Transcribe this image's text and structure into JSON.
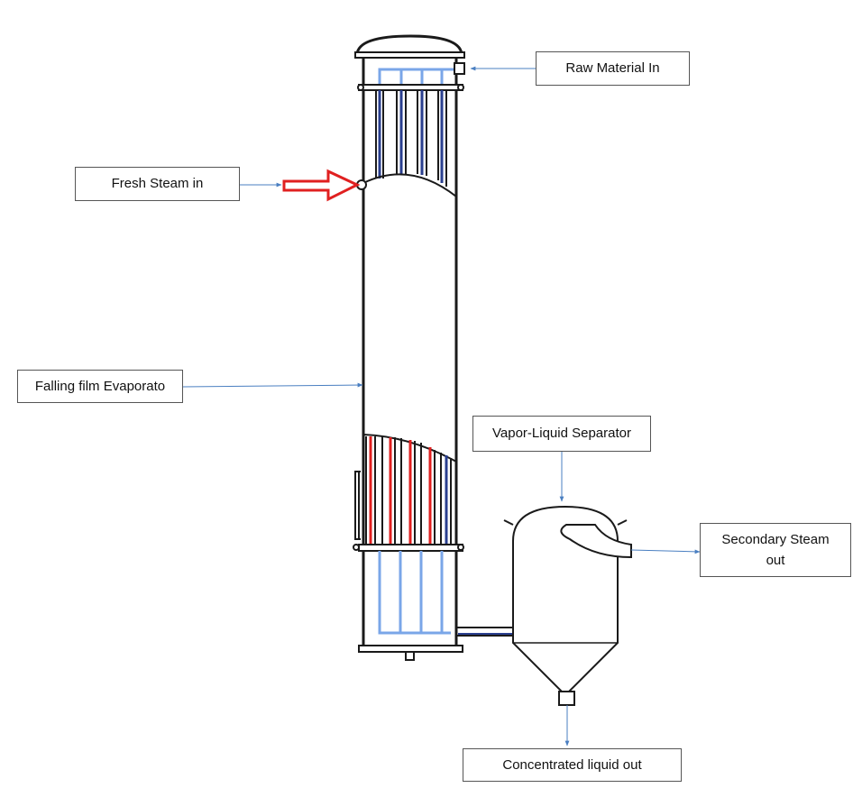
{
  "labels": {
    "raw_material_in": "Raw Material In",
    "fresh_steam_in": "Fresh Steam in",
    "falling_film_evaporator": "Falling film Evaporato",
    "vapor_liquid_separator": "Vapor-Liquid Separator",
    "secondary_steam_out_line1": "Secondary Steam",
    "secondary_steam_out_line2": "out",
    "concentrated_liquid_out": "Concentrated liquid out"
  },
  "colors": {
    "outline": "#1a1a1a",
    "cold_tube": "#2a3f8f",
    "light_tube": "#7aa6e8",
    "hot_tube": "#e02020",
    "leader_line": "#4a7fc1",
    "steam_arrow": "#e02020"
  }
}
